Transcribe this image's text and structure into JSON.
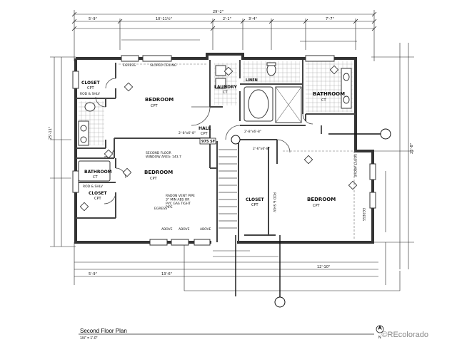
{
  "rooms": {
    "bedroom_top_left": {
      "name": "BEDROOM",
      "floor": "CPT"
    },
    "bedroom_mid_left": {
      "name": "BEDROOM",
      "floor": "CPT"
    },
    "bedroom_right": {
      "name": "BEDROOM",
      "floor": "CPT"
    },
    "bathroom_right": {
      "name": "BATHROOM",
      "floor": "CT"
    },
    "bathroom_left": {
      "name": "BATHROOM",
      "floor": "CT"
    },
    "closet_top": {
      "name": "CLOSET",
      "floor": "CPT"
    },
    "closet_bottom_left": {
      "name": "CLOSET",
      "floor": "CPT"
    },
    "closet_center": {
      "name": "CLOSET",
      "floor": "CPT"
    },
    "laundry": {
      "name": "LAUNDRY",
      "floor": "CT"
    },
    "hall": {
      "name": "HALL",
      "floor": "CPT"
    },
    "linen": "LINEN"
  },
  "notes": {
    "egress_top": "EGRESS",
    "sloped_ceiling": "SLOPED CEILING",
    "rod_shlv_top": "ROD & SHLV",
    "rod_shlv_bottom": "ROD & SHLV",
    "rod_shlv_center": "ROD & SHLV",
    "area": "975 SF",
    "window_area": "SECOND FLOOR\nWINDOW AREA: 143.7",
    "radon": "RADON VENT PIPE\n3\" MIN ABS OR\nPVC GAS TIGHT\nPIPE",
    "egress_bottom": "EGRESS",
    "egress_right": "EGRESS",
    "soffit_above": "SOFFIT ABOVE",
    "above_1": "ABOVE",
    "above_2": "ABOVE",
    "above_3": "ABOVE",
    "door_hall": "2'-8\"x6'-8\"",
    "door_bed": "2'-8\"x6'-8\"",
    "door_closet": "2'-6\"x6'-8\""
  },
  "dimensions": {
    "overall_top": "29'-2\"",
    "top_left": "5'-9\"",
    "top_mid": "10'-11½\"",
    "top_a": "2'-1\"",
    "top_b": "3'-4\"",
    "top_c": "7'-7\"",
    "bottom_overall": "13'-6\"",
    "bottom_left": "5'-9\"",
    "bottom_right": "12'-10\"",
    "left_overall": "25'-11\"",
    "right_overall": "25'-8\""
  },
  "title": {
    "name": "Second Floor Plan",
    "scale": "1/4\" = 1'-0\""
  },
  "north": "N",
  "watermark": "©REcolorado"
}
